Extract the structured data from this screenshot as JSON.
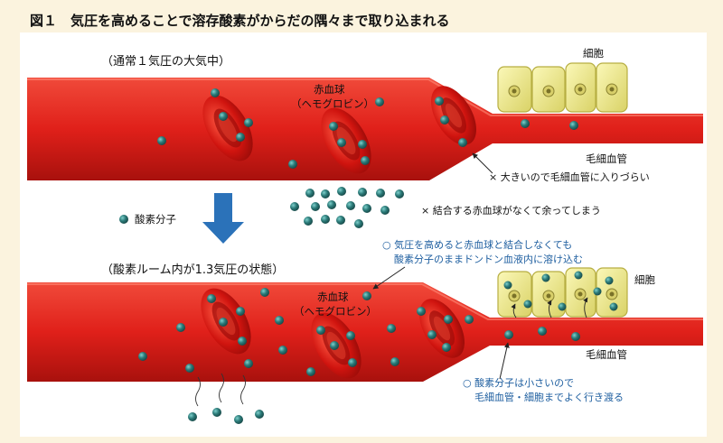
{
  "title": "図１　気圧を高めることで溶存酸素がからだの隅々まで取り込まれる",
  "top": {
    "section_label": "（通常１気圧の大気中）",
    "rbc_label_1": "赤血球",
    "rbc_label_2": "（ヘモグロビン）",
    "cells_label": "細胞",
    "capillary_label": "毛細血管",
    "note_big": "× 大きいので毛細血管に入りづらい",
    "note_excess": "× 結合する赤血球がなくて余ってしまう"
  },
  "legend": {
    "oxygen_label": "酸素分子"
  },
  "bottom": {
    "section_label": "（酸素ルーム内が1.3気圧の状態）",
    "rbc_label_1": "赤血球",
    "rbc_label_2": "（ヘモグロビン）",
    "cells_label": "細胞",
    "capillary_label": "毛細血管",
    "note_increase_1": "○ 気圧を高めると赤血球と結合しなくても",
    "note_increase_2": "酸素分子のままドンドン血液内に溶け込む",
    "note_small_1": "○ 酸素分子は小さいので",
    "note_small_2": "毛細血管・細胞までよく行き渡る"
  },
  "colors": {
    "background": "#fbf3de",
    "blood": "#e0201a",
    "oxygen": "#2b7a78",
    "cell": "#efe98a",
    "arrow": "#2b72b9",
    "note_blue": "#1f5fa0"
  }
}
